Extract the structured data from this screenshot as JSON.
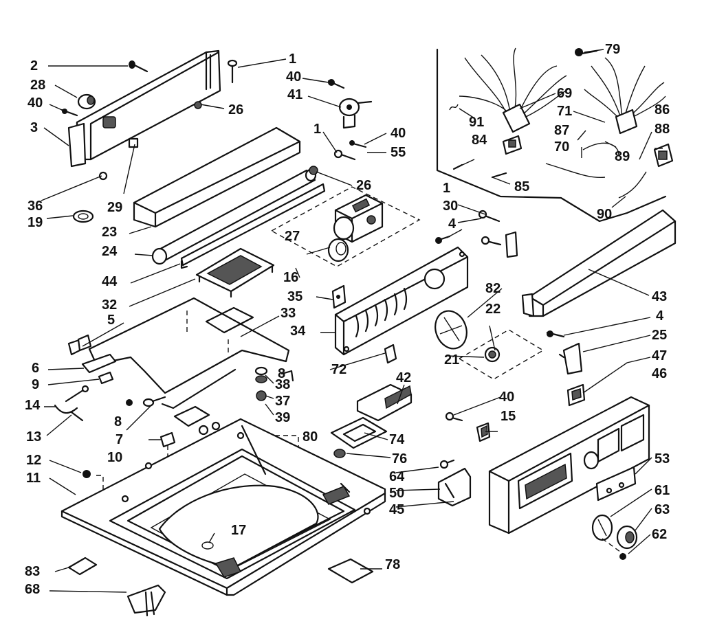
{
  "callouts": [
    {
      "id": "c1",
      "text": "1"
    },
    {
      "id": "c2",
      "text": "2"
    },
    {
      "id": "c3",
      "text": "3"
    },
    {
      "id": "c4",
      "text": "4"
    },
    {
      "id": "c4b",
      "text": "4"
    },
    {
      "id": "c5",
      "text": "5"
    },
    {
      "id": "c6",
      "text": "6"
    },
    {
      "id": "c7",
      "text": "7"
    },
    {
      "id": "c8",
      "text": "8"
    },
    {
      "id": "c8b",
      "text": "8"
    },
    {
      "id": "c9",
      "text": "9"
    },
    {
      "id": "c10",
      "text": "10"
    },
    {
      "id": "c11",
      "text": "11"
    },
    {
      "id": "c12",
      "text": "12"
    },
    {
      "id": "c13",
      "text": "13"
    },
    {
      "id": "c14",
      "text": "14"
    },
    {
      "id": "c15",
      "text": "15"
    },
    {
      "id": "c16",
      "text": "16"
    },
    {
      "id": "c17",
      "text": "17"
    },
    {
      "id": "c19",
      "text": "19"
    },
    {
      "id": "c21",
      "text": "21"
    },
    {
      "id": "c22",
      "text": "22"
    },
    {
      "id": "c23",
      "text": "23"
    },
    {
      "id": "c24",
      "text": "24"
    },
    {
      "id": "c25",
      "text": "25"
    },
    {
      "id": "c26",
      "text": "26"
    },
    {
      "id": "c26b",
      "text": "26"
    },
    {
      "id": "c27",
      "text": "27"
    },
    {
      "id": "c28",
      "text": "28"
    },
    {
      "id": "c29",
      "text": "29"
    },
    {
      "id": "c30",
      "text": "30"
    },
    {
      "id": "c32",
      "text": "32"
    },
    {
      "id": "c33",
      "text": "33"
    },
    {
      "id": "c34",
      "text": "34"
    },
    {
      "id": "c35",
      "text": "35"
    },
    {
      "id": "c36",
      "text": "36"
    },
    {
      "id": "c37",
      "text": "37"
    },
    {
      "id": "c38",
      "text": "38"
    },
    {
      "id": "c39",
      "text": "39"
    },
    {
      "id": "c40",
      "text": "40"
    },
    {
      "id": "c40b",
      "text": "40"
    },
    {
      "id": "c40c",
      "text": "40"
    },
    {
      "id": "c40d",
      "text": "40"
    },
    {
      "id": "c41",
      "text": "41"
    },
    {
      "id": "c42",
      "text": "42"
    },
    {
      "id": "c43",
      "text": "43"
    },
    {
      "id": "c44",
      "text": "44"
    },
    {
      "id": "c45",
      "text": "45"
    },
    {
      "id": "c46",
      "text": "46"
    },
    {
      "id": "c47",
      "text": "47"
    },
    {
      "id": "c50",
      "text": "50"
    },
    {
      "id": "c53",
      "text": "53"
    },
    {
      "id": "c55",
      "text": "55"
    },
    {
      "id": "c61",
      "text": "61"
    },
    {
      "id": "c62",
      "text": "62"
    },
    {
      "id": "c63",
      "text": "63"
    },
    {
      "id": "c64",
      "text": "64"
    },
    {
      "id": "c68",
      "text": "68"
    },
    {
      "id": "c69",
      "text": "69"
    },
    {
      "id": "c70",
      "text": "70"
    },
    {
      "id": "c71",
      "text": "71"
    },
    {
      "id": "c72",
      "text": "72"
    },
    {
      "id": "c74",
      "text": "74"
    },
    {
      "id": "c76",
      "text": "76"
    },
    {
      "id": "c78",
      "text": "78"
    },
    {
      "id": "c79",
      "text": "79"
    },
    {
      "id": "c80",
      "text": "80"
    },
    {
      "id": "c82",
      "text": "82"
    },
    {
      "id": "c83",
      "text": "83"
    },
    {
      "id": "c84",
      "text": "84"
    },
    {
      "id": "c85",
      "text": "85"
    },
    {
      "id": "c86",
      "text": "86"
    },
    {
      "id": "c87",
      "text": "87"
    },
    {
      "id": "c88",
      "text": "88"
    },
    {
      "id": "c89",
      "text": "89"
    },
    {
      "id": "c90",
      "text": "90"
    },
    {
      "id": "c91",
      "text": "91"
    }
  ],
  "colors": {
    "ink": "#111111",
    "paper": "#ffffff"
  }
}
